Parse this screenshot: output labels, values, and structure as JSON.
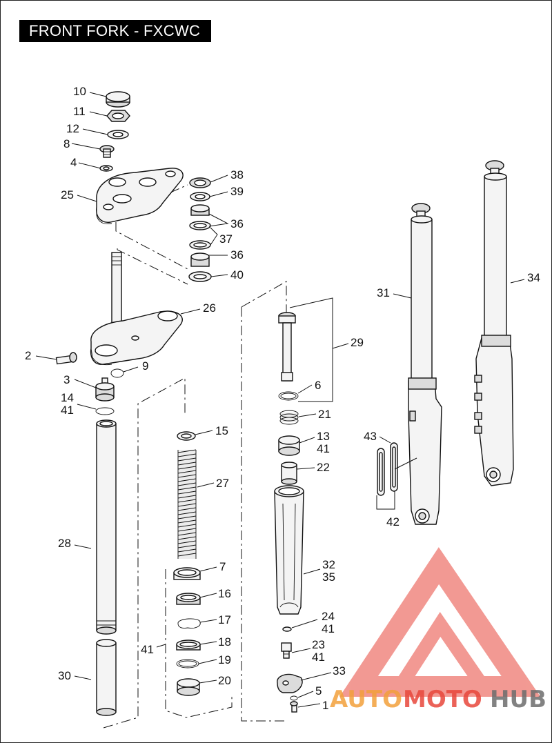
{
  "title": "FRONT FORK - FXCWC",
  "callouts": {
    "c10": "10",
    "c11": "11",
    "c12": "12",
    "c8": "8",
    "c4": "4",
    "c25": "25",
    "c38": "38",
    "c39": "39",
    "c36a": "36",
    "c37": "37",
    "c36b": "36",
    "c40": "40",
    "c26": "26",
    "c2": "2",
    "c9": "9",
    "c3": "3",
    "c14": "14",
    "c41a": "41",
    "c28": "28",
    "c30": "30",
    "c15": "15",
    "c27": "27",
    "c7": "7",
    "c16": "16",
    "c17": "17",
    "c18": "18",
    "c19": "19",
    "c20": "20",
    "c41b": "41",
    "c29": "29",
    "c6": "6",
    "c21": "21",
    "c13": "13",
    "c41c": "41",
    "c22": "22",
    "c32": "32",
    "c35": "35",
    "c24": "24",
    "c41d": "41",
    "c23": "23",
    "c41e": "41",
    "c33": "33",
    "c5": "5",
    "c1": "1",
    "c31": "31",
    "c34": "34",
    "c43": "43",
    "c42": "42"
  },
  "watermark": {
    "part1": "AUTO",
    "part2": "MOTO",
    "part3": "HUB"
  },
  "colors": {
    "watermark_red": "#e8473b",
    "watermark_orange": "#f3a03c",
    "watermark_gray": "#6d6d6d"
  }
}
